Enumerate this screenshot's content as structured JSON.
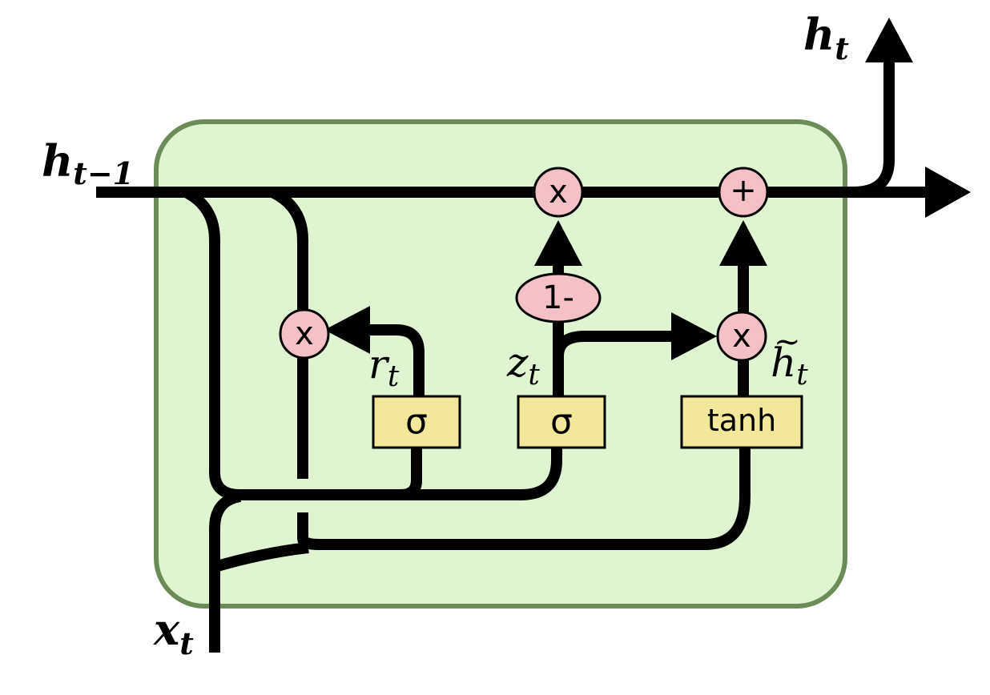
{
  "colors": {
    "cell_fill": "#dff5d2",
    "cell_stroke": "#6b8c57",
    "pointwise_op_fill": "#f4c2c6",
    "layer_fill": "#f2e79b",
    "wire": "#000000"
  },
  "labels": {
    "h_prev_base": "h",
    "h_prev_sub": "t−1",
    "h_out_base": "h",
    "h_out_sub": "t",
    "x_base": "x",
    "x_sub": "t",
    "r_base": "r",
    "r_sub": "t",
    "z_base": "z",
    "z_sub": "t",
    "htilde_base": "h",
    "htilde_tilde": "~",
    "htilde_sub": "t"
  },
  "ops": {
    "multiply_top": "x",
    "add_top": "+",
    "one_minus": "1-",
    "multiply_reset": "x",
    "multiply_candidate": "x"
  },
  "layers": {
    "reset_sigma": "σ",
    "update_sigma": "σ",
    "candidate_tanh": "tanh"
  },
  "icons": {
    "arrowhead": "arrowhead-icon"
  }
}
